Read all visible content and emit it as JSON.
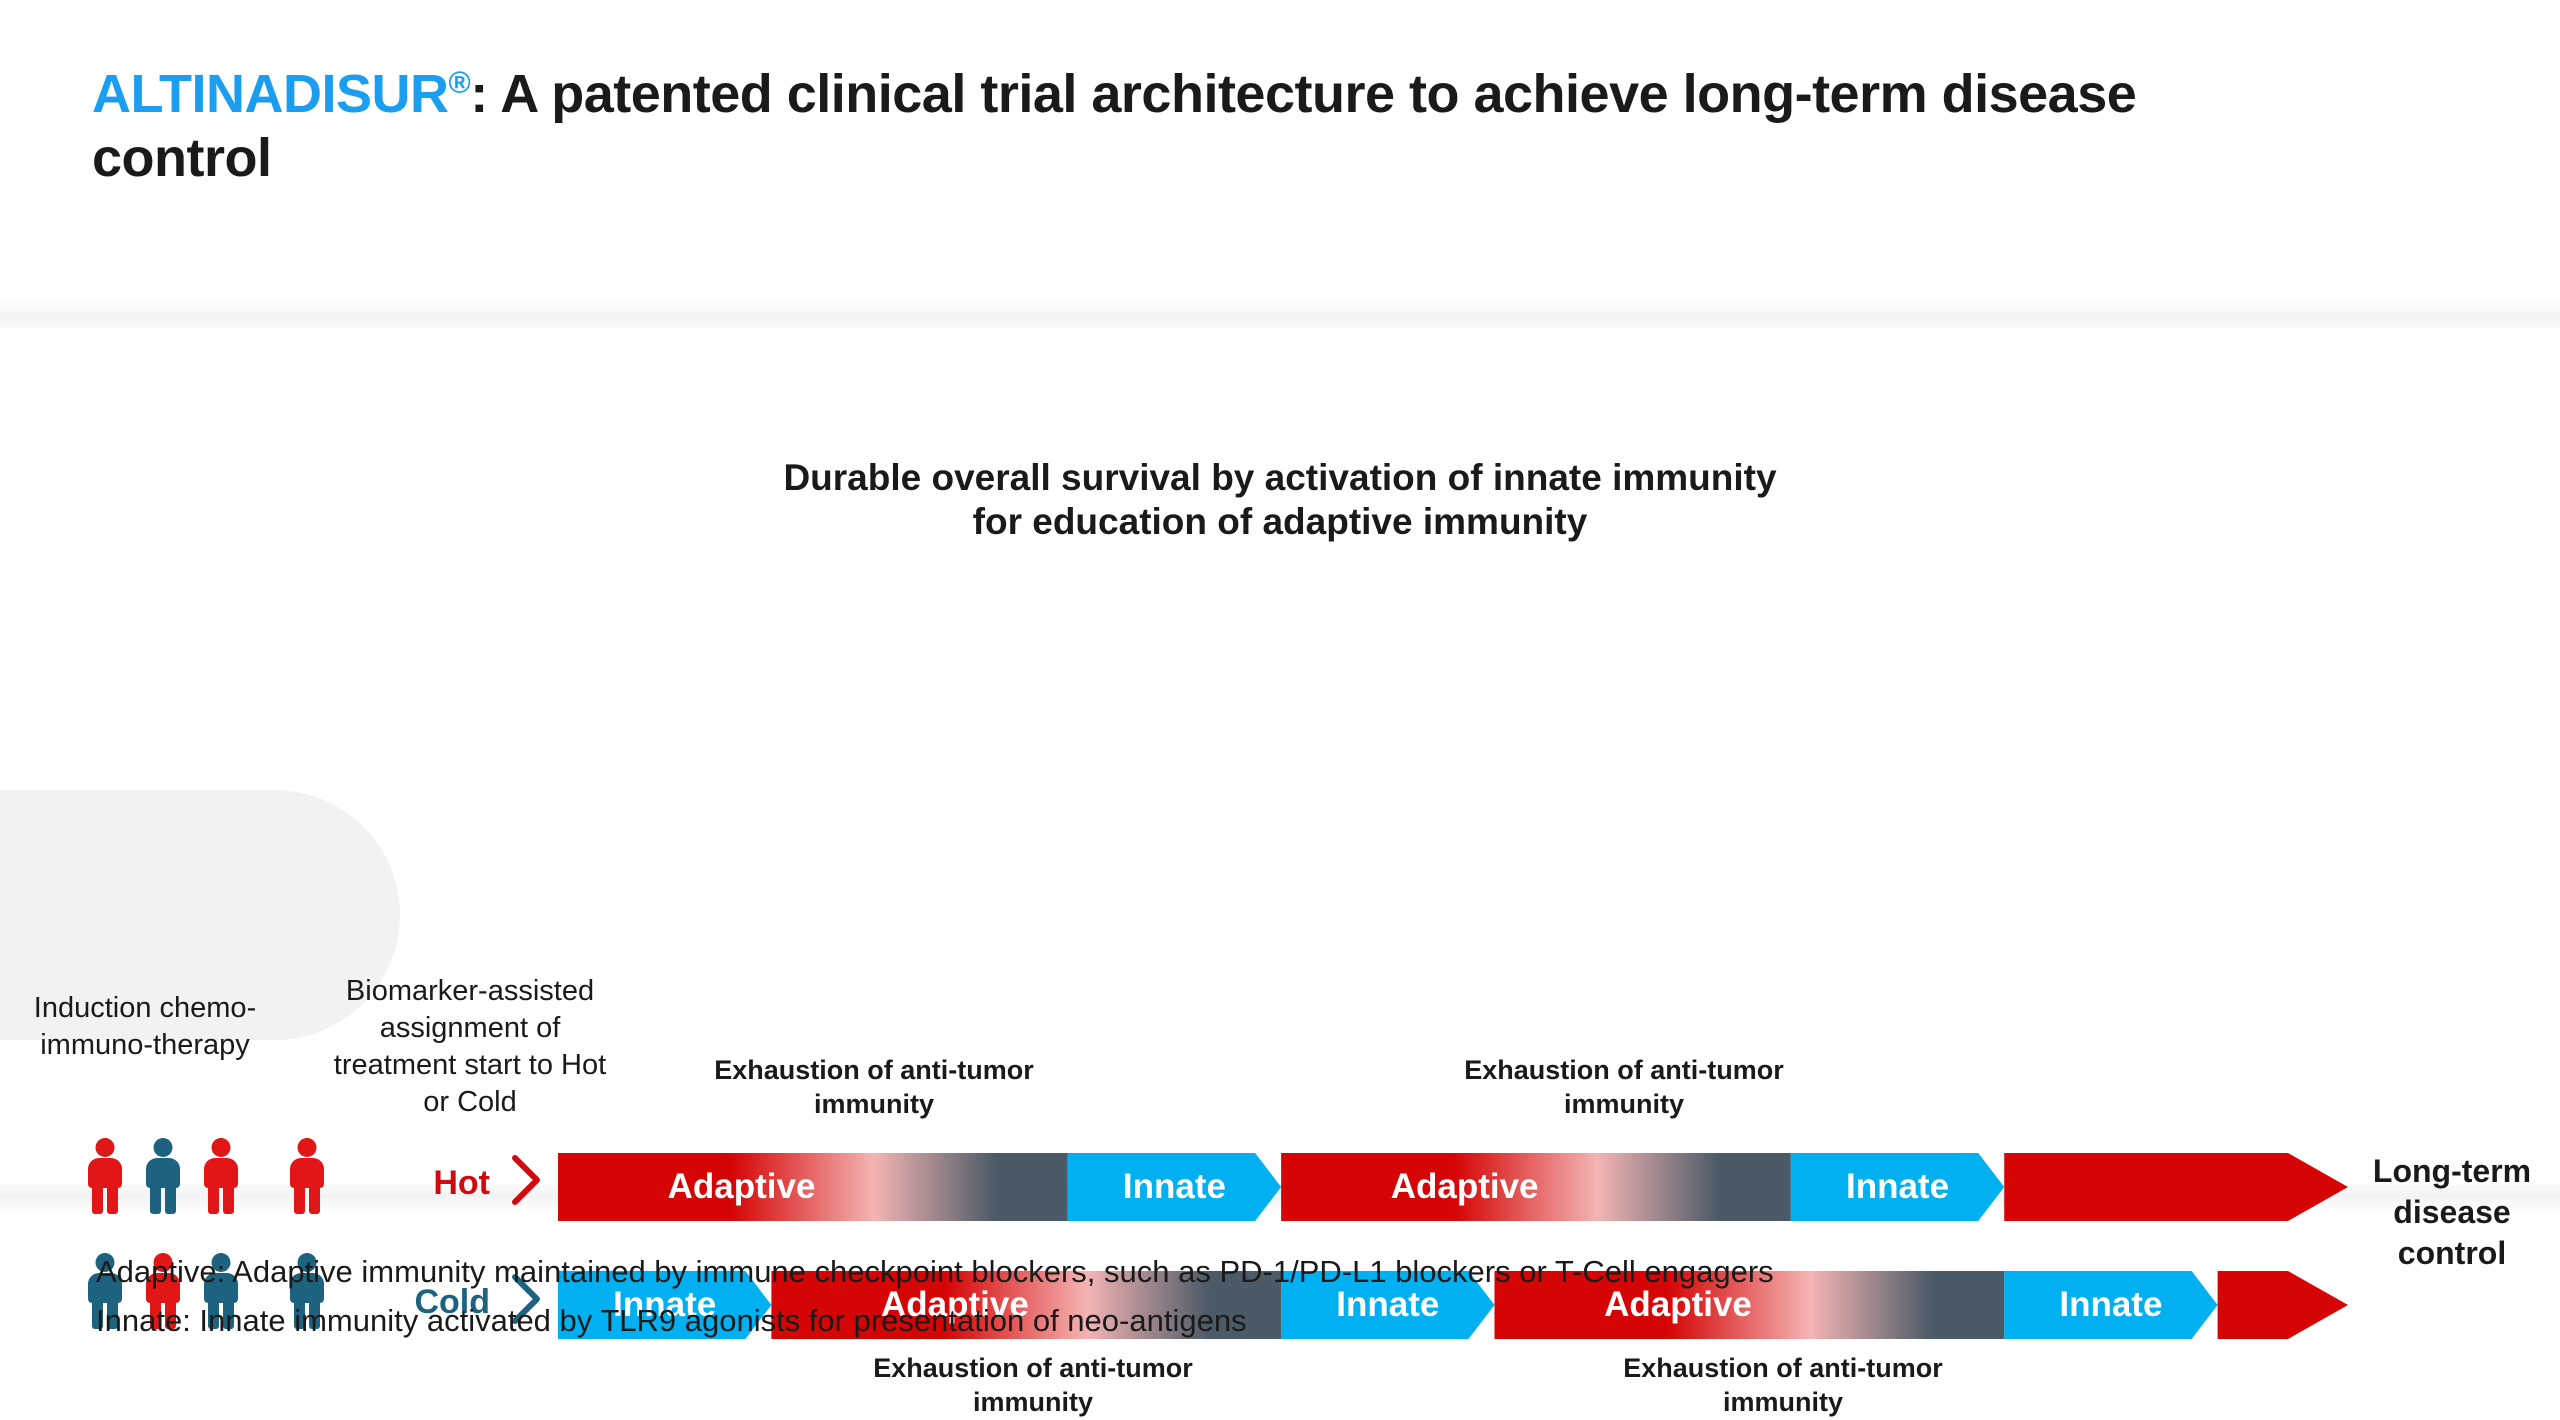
{
  "slide": {
    "title": {
      "brand": "ALTINADISUR",
      "registered_mark": "®",
      "rest": ": A patented clinical trial architecture to achieve long-term disease control",
      "brand_color": "#1b9df0"
    },
    "subtitle_line1": "Durable overall survival by activation of innate immunity",
    "subtitle_line2": "for education of adaptive immunity"
  },
  "columns": {
    "induction": "Induction chemo-immuno-therapy",
    "biomarker": "Biomarker-assisted assignment of treatment start to Hot or Cold"
  },
  "cohort": {
    "row_hot": [
      "red",
      "blue",
      "red",
      "red"
    ],
    "row_cold": [
      "blue",
      "red",
      "blue",
      "blue"
    ],
    "color_red": "#e11616",
    "color_blue": "#1d6380"
  },
  "tracks": [
    {
      "id": "hot",
      "label": "Hot",
      "label_color": "#d10a10",
      "segments": [
        {
          "type": "adaptive",
          "label": "Adaptive"
        },
        {
          "type": "innate",
          "label": "Innate"
        },
        {
          "type": "adaptive",
          "label": "Adaptive"
        },
        {
          "type": "innate",
          "label": "Innate"
        },
        {
          "type": "tip",
          "label": ""
        }
      ]
    },
    {
      "id": "cold",
      "label": "Cold",
      "label_color": "#1d6380",
      "segments": [
        {
          "type": "innate",
          "label": "Innate"
        },
        {
          "type": "adaptive",
          "label": "Adaptive"
        },
        {
          "type": "innate",
          "label": "Innate"
        },
        {
          "type": "adaptive",
          "label": "Adaptive"
        },
        {
          "type": "innate",
          "label": "Innate"
        },
        {
          "type": "tip",
          "label": ""
        }
      ]
    }
  ],
  "annotations": {
    "exhaustion": "Exhaustion of anti-tumor immunity",
    "exhaustion_hot_1": "Exhaustion of anti-tumor immunity",
    "exhaustion_hot_2": "Exhaustion of anti-tumor immunity",
    "exhaustion_cold_1": "Exhaustion of anti-tumor immunity",
    "exhaustion_cold_2": "Exhaustion of anti-tumor immunity"
  },
  "outcome": "Long-term disease control",
  "footnotes": {
    "line1": "Adaptive: Adaptive immunity maintained by immune checkpoint blockers, such as PD-1/PD-L1 blockers or T-Cell engagers",
    "line2": "Innate: Innate immunity activated by TLR9 agonists for presentation of neo-antigens"
  },
  "palette": {
    "red": "#d50505",
    "cyan": "#00b0f0",
    "slate": "#4a5a66",
    "fade_pink": "#f4b4b4",
    "capsule_gray": "#f2f2f2"
  }
}
